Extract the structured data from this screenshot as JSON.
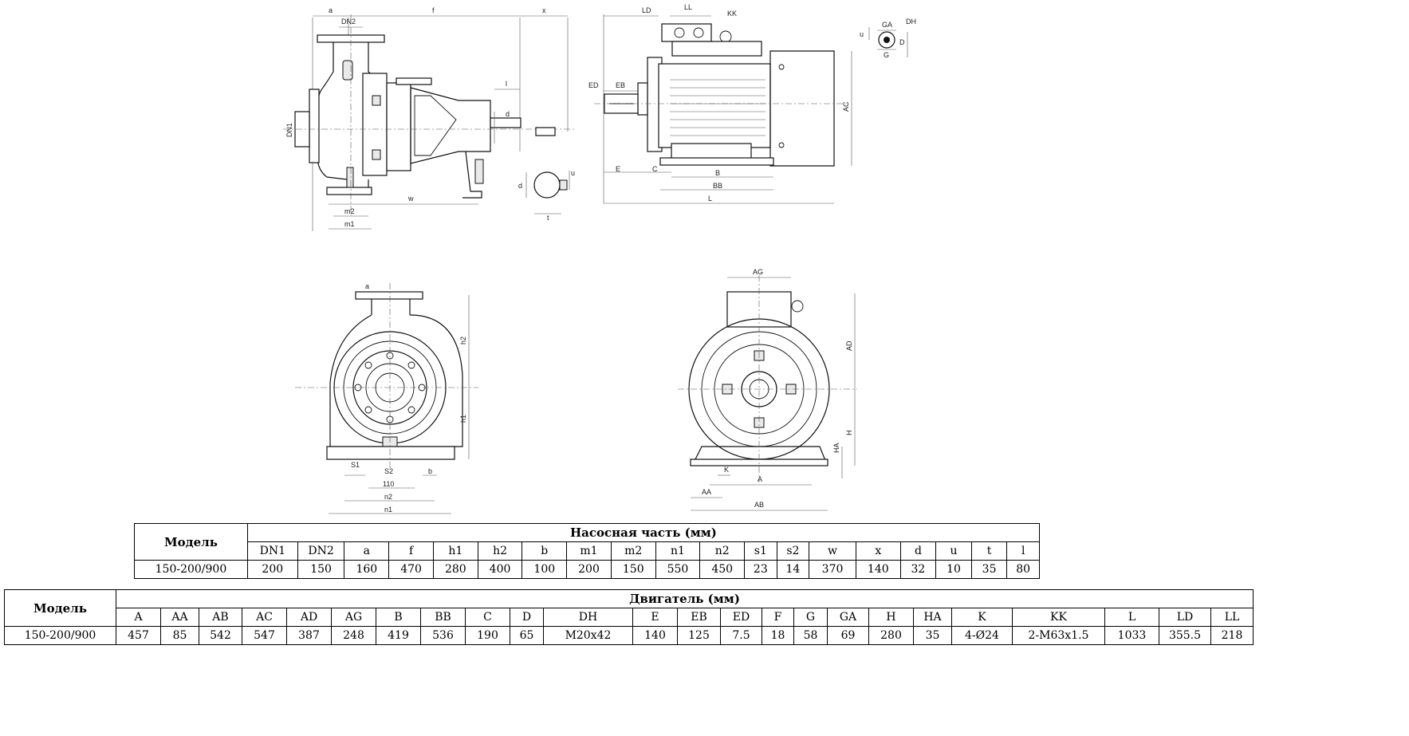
{
  "drawing": {
    "pump_side": {
      "dims": [
        "a",
        "DN2",
        "f",
        "x",
        "DN1",
        "l",
        "d",
        "w",
        "m2",
        "m1",
        "u",
        "d",
        "t"
      ]
    },
    "motor_side": {
      "dims": [
        "LD",
        "LL",
        "KK",
        "ED",
        "EB",
        "AC",
        "E",
        "C",
        "B",
        "BB",
        "L"
      ]
    },
    "shaft_detail": {
      "dims": [
        "GA",
        "DH",
        "u",
        "G",
        "D"
      ]
    },
    "pump_front": {
      "dims": [
        "a",
        "h2",
        "h1",
        "S1",
        "S2",
        "110",
        "b",
        "n2",
        "n1"
      ]
    },
    "motor_front": {
      "dims": [
        "AG",
        "AD",
        "H",
        "HA",
        "K",
        "A",
        "AA",
        "AB"
      ]
    }
  },
  "pump_table": {
    "model_header": "Модель",
    "section_header": "Насосная часть (мм)",
    "columns": [
      "DN1",
      "DN2",
      "a",
      "f",
      "h1",
      "h2",
      "b",
      "m1",
      "m2",
      "n1",
      "n2",
      "s1",
      "s2",
      "w",
      "x",
      "d",
      "u",
      "t",
      "l"
    ],
    "model": "150-200/900",
    "values": [
      "200",
      "150",
      "160",
      "470",
      "280",
      "400",
      "100",
      "200",
      "150",
      "550",
      "450",
      "23",
      "14",
      "370",
      "140",
      "32",
      "10",
      "35",
      "80"
    ]
  },
  "motor_table": {
    "model_header": "Модель",
    "section_header": "Двигатель (мм)",
    "columns": [
      "A",
      "AA",
      "AB",
      "AC",
      "AD",
      "AG",
      "B",
      "BB",
      "C",
      "D",
      "DH",
      "E",
      "EB",
      "ED",
      "F",
      "G",
      "GA",
      "H",
      "HA",
      "K",
      "KK",
      "L",
      "LD",
      "LL"
    ],
    "model": "150-200/900",
    "values": [
      "457",
      "85",
      "542",
      "547",
      "387",
      "248",
      "419",
      "536",
      "190",
      "65",
      "M20x42",
      "140",
      "125",
      "7.5",
      "18",
      "58",
      "69",
      "280",
      "35",
      "4-Ø24",
      "2-M63x1.5",
      "1033",
      "355.5",
      "218"
    ]
  }
}
